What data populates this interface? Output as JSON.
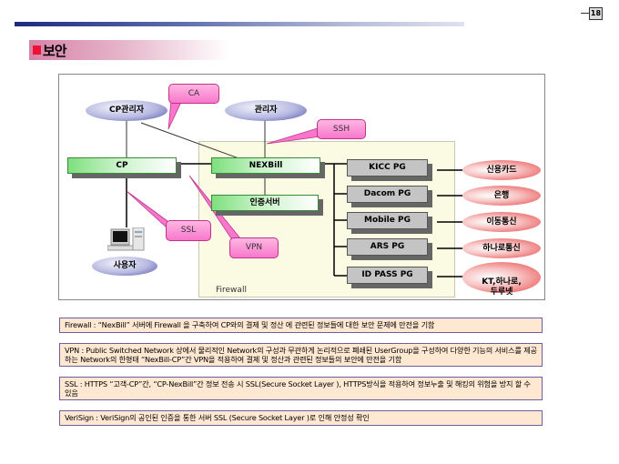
{
  "header": {
    "page_number": "18",
    "section_title": "보안"
  },
  "diagram": {
    "firewall_label": "Firewall",
    "actors": {
      "cp_admin": "CP관리자",
      "admin": "관리자",
      "user": "사용자"
    },
    "callouts": {
      "ca": "CA",
      "ssh": "SSH",
      "ssl": "SSL",
      "vpn": "VPN"
    },
    "servers": {
      "cp": "CP",
      "nexbill": "NEXBill",
      "auth_server": "인증서버"
    },
    "pg_gateways": [
      {
        "label": "KICC PG",
        "target": "신용카드"
      },
      {
        "label": "Dacom PG",
        "target": "은행"
      },
      {
        "label": "Mobile PG",
        "target": "이동통신"
      },
      {
        "label": "ARS PG",
        "target": "하나로통신"
      },
      {
        "label": "ID PASS PG",
        "target": "KT,하나로,\n두루넷"
      }
    ],
    "colors": {
      "callout_pink": "#f877cc",
      "server_green": "#7ee07e",
      "pg_gray": "#c4c4c4",
      "target_red": "#e84848",
      "actor_blue": "#4f52a8",
      "firewall_zone": "#fbfbe4"
    }
  },
  "notes": [
    {
      "text": "Firewall : “NexBill” 서버에 Firewall 을 구축하여 CP와의 결제 및 정산 에 관련된 정보들에 대한 보안 문제에 만전을 기함"
    },
    {
      "text": "VPN : Public Switched Network 상에서 물리적인 Network의 구성과 무관하게 논리적으로 폐쇄된 UserGroup을 구성하여 다양한 기능의 서비스를 제공하는 Network의 한형태 “NexBill-CP”간 VPN을 적용하여 결제 및 정산과 관련된 정보들의 보안에 만전을 기함"
    },
    {
      "text": "SSL :  HTTPS “고객-CP”간, “CP-NexBill”간 정보 전송 시 SSL(Secure Socket Layer ), HTTPS방식을  적용하여 정보누출 및 해킹의 위험을 방지 할 수 있음"
    },
    {
      "text": "VeriSign : VeriSign의 공인된 인증을 통한 서버 SSL (Secure Socket Layer )로 인해 안정성 확인"
    }
  ]
}
